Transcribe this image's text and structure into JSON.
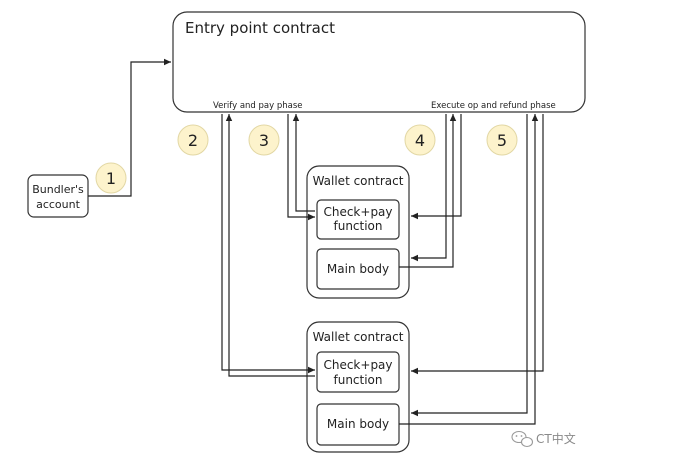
{
  "entry_point": {
    "title": "Entry point contract",
    "verify_phase": "Verify and pay phase",
    "execute_phase": "Execute op and refund phase"
  },
  "bundler": {
    "line1": "Bundler's",
    "line2": "account"
  },
  "wallet_top": {
    "title": "Wallet contract",
    "check_line1": "Check+pay",
    "check_line2": "function",
    "main_body": "Main body"
  },
  "wallet_bottom": {
    "title": "Wallet contract",
    "check_line1": "Check+pay",
    "check_line2": "function",
    "main_body": "Main body"
  },
  "steps": [
    "1",
    "2",
    "3",
    "4",
    "5"
  ],
  "colors": {
    "step_circle": "#fdf3cc",
    "line": "#222222"
  },
  "watermark": "CT中文",
  "icons": {
    "watermark_icon": "wechat-bubble-icon"
  }
}
